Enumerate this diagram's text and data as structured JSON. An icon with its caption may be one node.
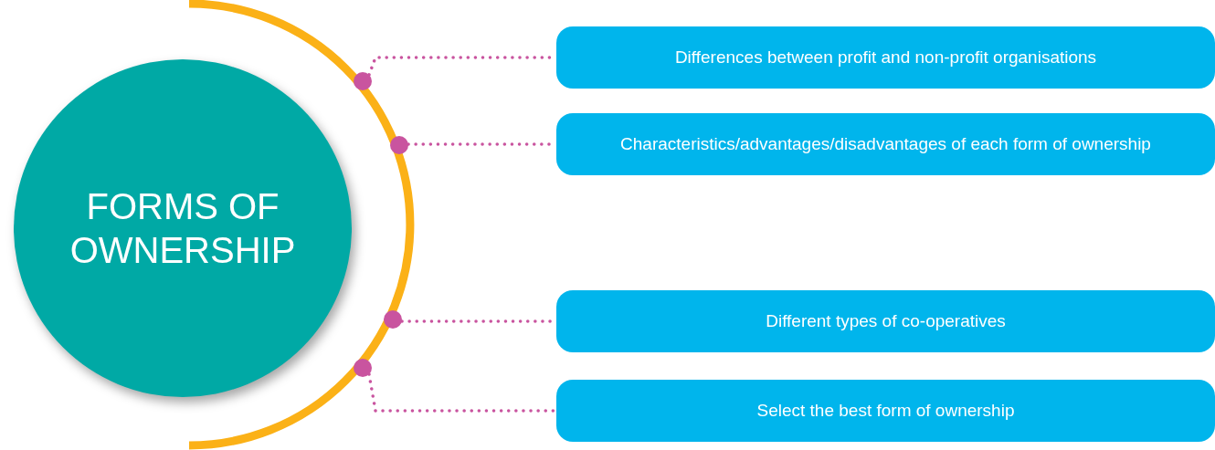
{
  "diagram": {
    "nodes": [
      {
        "text": [
          "FORMS OF OWNERSHIP"
        ]
      },
      {
        "text": [
          "Differences between profit and non-profit organisations"
        ]
      },
      {
        "text": [
          "Characteristics/advantages/disadvantages of each form of ownership"
        ]
      },
      {
        "text": [
          "Different types of co-operatives"
        ]
      },
      {
        "text": [
          "Select the best form of ownership"
        ]
      },
      {
        "text": [],
        "shape": "circle"
      },
      {
        "text": [],
        "shape": "circle"
      },
      {
        "text": [],
        "shape": "circle"
      },
      {
        "text": [],
        "shape": "circle"
      }
    ],
    "edges": [
      {
        "from": 5,
        "to": 1,
        "arrow": "none"
      },
      {
        "from": 6,
        "to": 2,
        "arrow": "none"
      },
      {
        "from": 7,
        "to": 3,
        "arrow": "none"
      },
      {
        "from": 8,
        "to": 4,
        "arrow": "none"
      }
    ]
  }
}
